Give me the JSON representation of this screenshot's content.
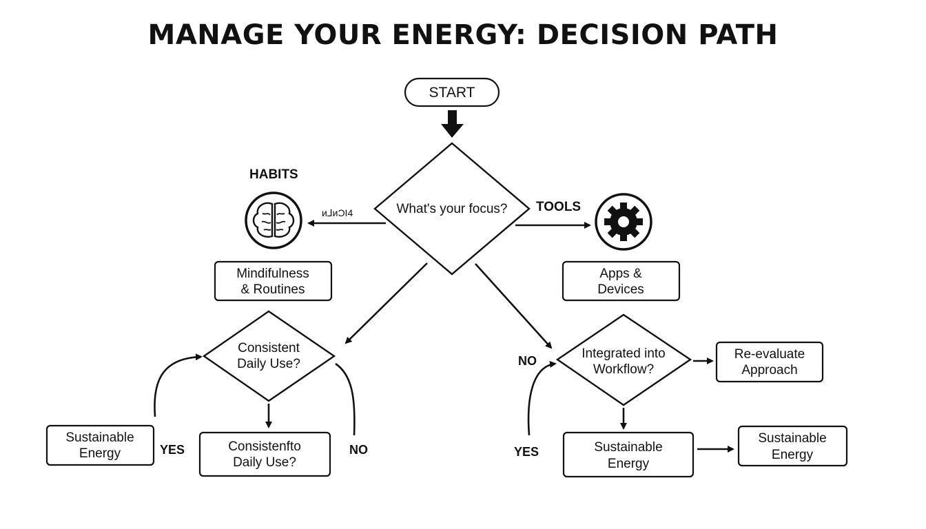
{
  "title": "MANAGE YOUR ENERGY: DECISION PATH",
  "nodes": {
    "start": "START",
    "focus_question": "What's your focus?",
    "habits_label": "HABITS",
    "habits_side_text": "ᴎ⅃ᴎƆI4",
    "tools_label": "TOOLS",
    "habits_box": [
      "Mindifulness",
      "& Routines"
    ],
    "tools_box": [
      "Apps &",
      "Devices"
    ],
    "habits_question": [
      "Consistent",
      "Daily Use?"
    ],
    "tools_question": [
      "Integrated into",
      "Workflow?"
    ],
    "habits_yes_box": [
      "Sustainable",
      "Energy"
    ],
    "habits_result_box": [
      "Consistenfto",
      "Daily Use?"
    ],
    "reevaluate_box": [
      "Re-evaluate",
      "Approach"
    ],
    "tools_result_box": [
      "Sustainable",
      "Energy"
    ],
    "tools_final_box": [
      "Sustainable",
      "Energy"
    ]
  },
  "edge_labels": {
    "habits_yes": "YES",
    "habits_no": "NO",
    "tools_no": "NO",
    "tools_yes": "YES"
  },
  "icons": {
    "habits_icon": "brain-icon",
    "tools_icon": "gear-icon"
  }
}
